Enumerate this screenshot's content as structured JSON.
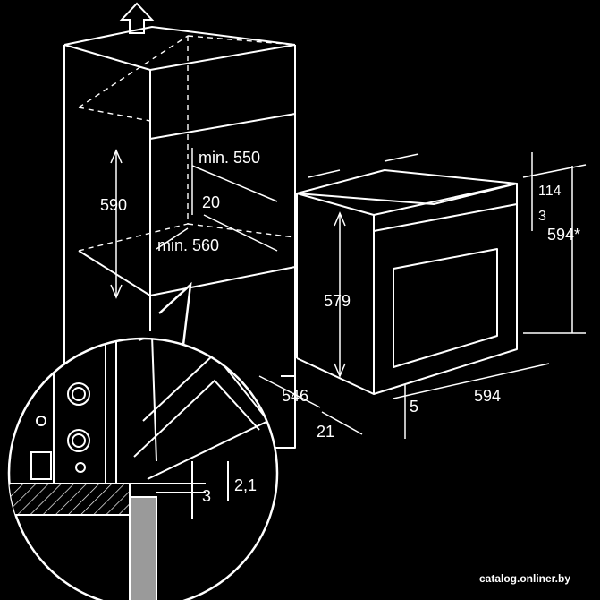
{
  "labels": {
    "niche_depth": "min. 550",
    "niche_gap": "20",
    "niche_width": "min. 560",
    "niche_height": "590",
    "oven_height": "579",
    "oven_depth": "546",
    "oven_panel": "21",
    "oven_width": "594",
    "oven_top": "114",
    "oven_gap": "3",
    "oven_total_height": "594*",
    "oven_bottom": "5",
    "detail_a": "2,1",
    "detail_b": "3"
  },
  "watermark": "catalog.onliner.by"
}
